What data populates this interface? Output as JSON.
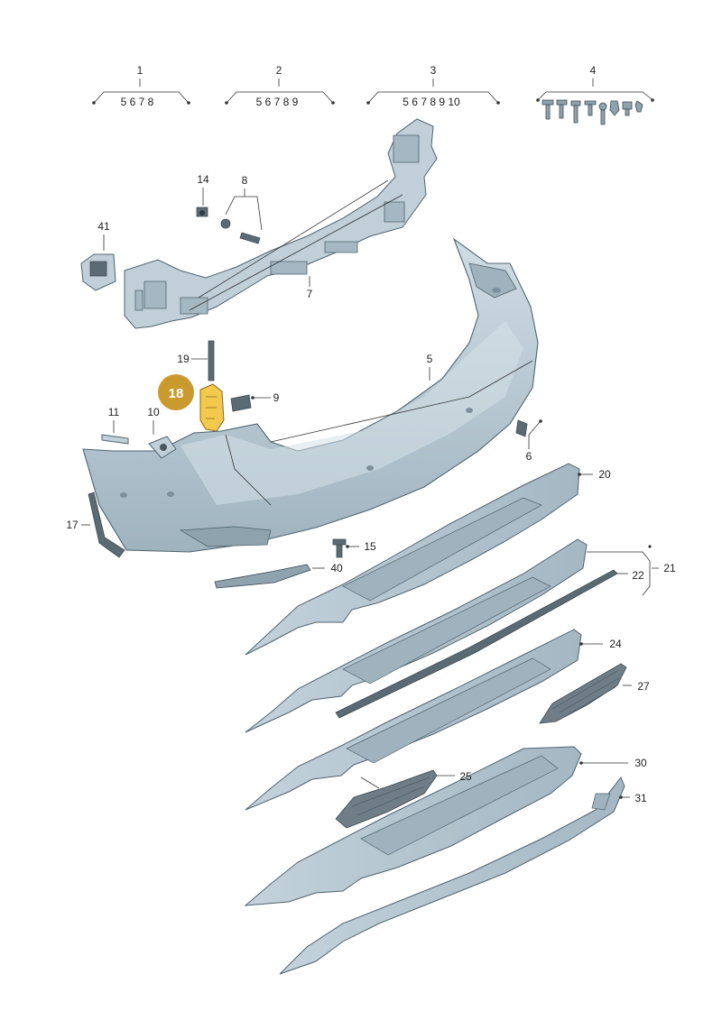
{
  "groups": [
    {
      "number": "1",
      "subitems": "5 6 7 8"
    },
    {
      "number": "2",
      "subitems": "5 6 7 8 9"
    },
    {
      "number": "3",
      "subitems": "5 6 7 8 9 10"
    },
    {
      "number": "4",
      "subitems": ""
    }
  ],
  "callouts": {
    "p5": "5",
    "p6": "6",
    "p7": "7",
    "p8": "8",
    "p9": "9",
    "p10": "10",
    "p11": "11",
    "p14": "14",
    "p15": "15",
    "p17": "17",
    "p19": "19",
    "p20": "20",
    "p21": "21",
    "p22": "22",
    "p24": "24",
    "p25": "25",
    "p27": "27",
    "p30": "30",
    "p31": "31",
    "p40": "40",
    "p41": "41"
  },
  "highlight": {
    "number": "18",
    "color": "#c99a2e"
  },
  "colors": {
    "part_fill": "#b9c9d3",
    "part_light": "#d3dfe6",
    "part_dark": "#8ea2ae",
    "highlight_part": "#f2c94c"
  }
}
